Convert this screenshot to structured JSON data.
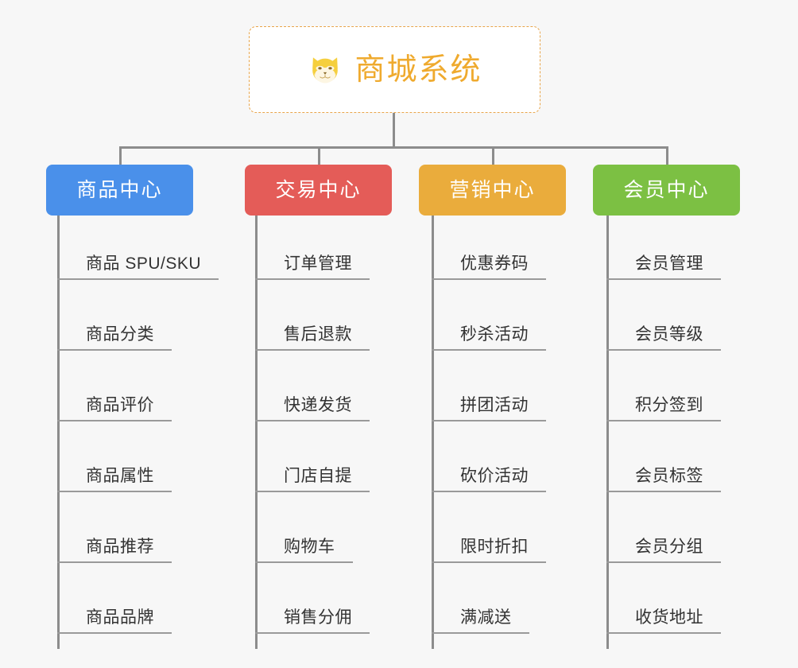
{
  "canvas": {
    "background_color": "#f7f7f7",
    "connector_color": "#8c8c8c"
  },
  "root": {
    "title": "商城系统",
    "icon": "shiba-dog-face-icon",
    "border_color": "#e8a54a",
    "text_color": "#efaa2e",
    "background_color": "#ffffff"
  },
  "branches": [
    {
      "title": "商品中心",
      "color": "#4a90ea",
      "items": [
        "商品 SPU/SKU",
        "商品分类",
        "商品评价",
        "商品属性",
        "商品推荐",
        "商品品牌"
      ]
    },
    {
      "title": "交易中心",
      "color": "#e45c58",
      "items": [
        "订单管理",
        "售后退款",
        "快递发货",
        "门店自提",
        "购物车",
        "销售分佣"
      ]
    },
    {
      "title": "营销中心",
      "color": "#eaac3c",
      "items": [
        "优惠券码",
        "秒杀活动",
        "拼团活动",
        "砍价活动",
        "限时折扣",
        "满减送"
      ]
    },
    {
      "title": "会员中心",
      "color": "#7cc043",
      "items": [
        "会员管理",
        "会员等级",
        "积分签到",
        "会员标签",
        "会员分组",
        "收货地址"
      ]
    }
  ]
}
